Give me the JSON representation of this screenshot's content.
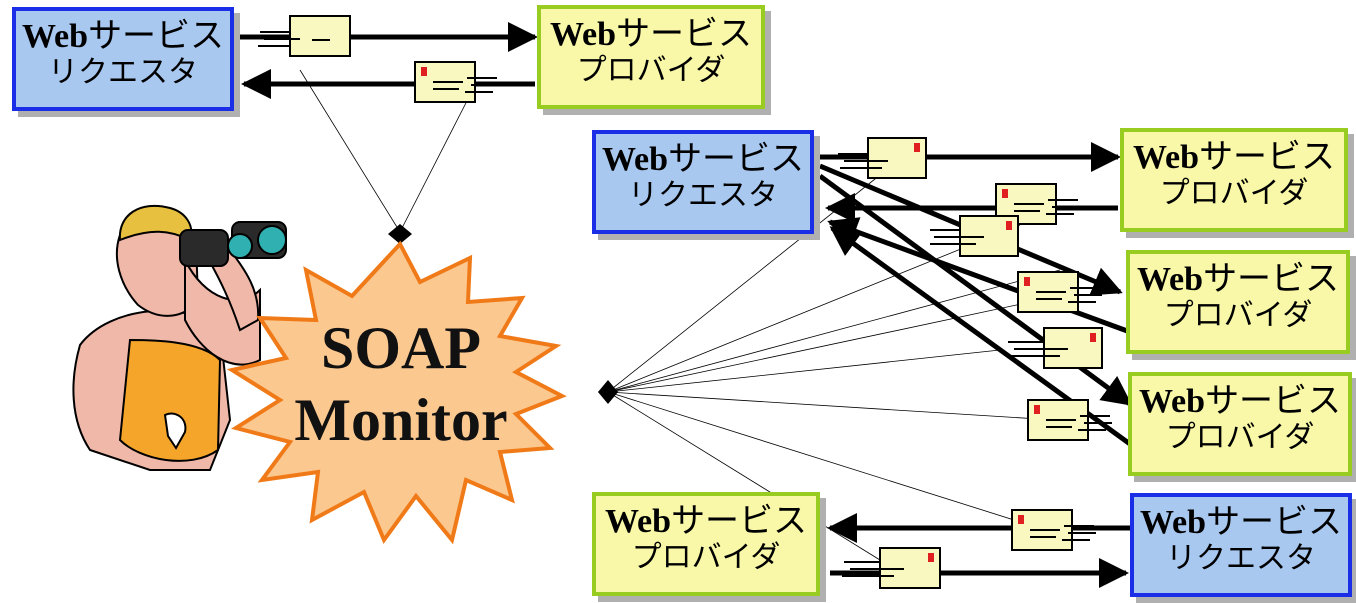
{
  "monitor": {
    "line1": "SOAP",
    "line2": "Monitor"
  },
  "requesters": [
    {
      "web": "Web",
      "suffix": "サービス",
      "line2": "リクエスタ"
    },
    {
      "web": "Web",
      "suffix": "サービス",
      "line2": "リクエスタ"
    },
    {
      "web": "Web",
      "suffix": "サービス",
      "line2": "リクエスタ"
    }
  ],
  "providers": [
    {
      "web": "Web",
      "suffix": "サービス",
      "line2": "プロバイダ"
    },
    {
      "web": "Web",
      "suffix": "サービス",
      "line2": "プロバイダ"
    },
    {
      "web": "Web",
      "suffix": "サービス",
      "line2": "プロバイダ"
    },
    {
      "web": "Web",
      "suffix": "サービス",
      "line2": "プロバイダ"
    },
    {
      "web": "Web",
      "suffix": "サービス",
      "line2": "プロバイダ"
    }
  ],
  "colors": {
    "requester_fill": "#a8c8f0",
    "requester_border": "#1a2ee8",
    "provider_fill": "#f8f8a8",
    "provider_border": "#98cc20",
    "starburst_fill": "#fbc890",
    "starburst_stroke": "#f07a18",
    "envelope_fill": "#f8f8c0",
    "envelope_stamp": "#e02020"
  },
  "icons": [
    "envelope-icon",
    "observer-with-binoculars-icon",
    "starburst-shape"
  ]
}
